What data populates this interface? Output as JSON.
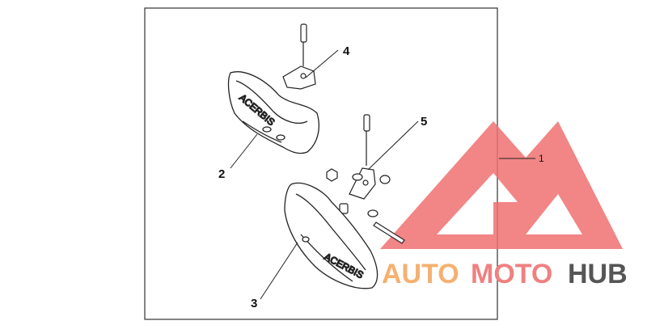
{
  "diagram": {
    "callouts": [
      {
        "id": "1",
        "text": "1"
      },
      {
        "id": "2",
        "text": "2"
      },
      {
        "id": "3",
        "text": "3"
      },
      {
        "id": "4",
        "text": "4"
      },
      {
        "id": "5",
        "text": "5"
      }
    ],
    "guard_brand_text": "ACERBIS"
  },
  "watermark": {
    "brand_part1": "AUTO",
    "brand_part2": "MOTO",
    "brand_part3": "HUB",
    "colors": {
      "triangle": "#f07070",
      "auto": "#f5b070",
      "moto": "#f08080",
      "hub": "#555555"
    }
  }
}
